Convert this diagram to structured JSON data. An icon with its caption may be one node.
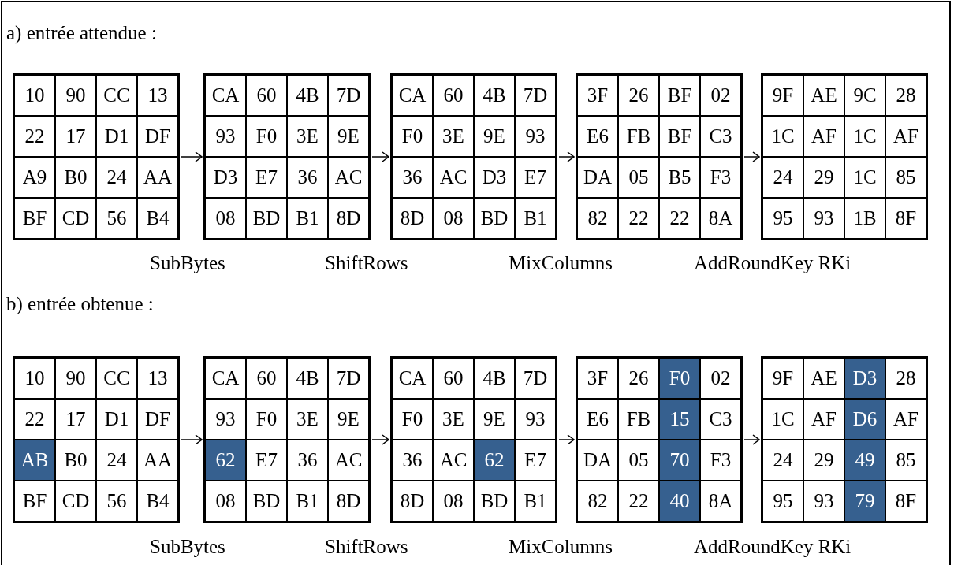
{
  "diagram": {
    "nodes": [
      {
        "text": [
          "10",
          "90",
          "CC",
          "13",
          "22",
          "17",
          "D1",
          "DF",
          "A9",
          "B0",
          "24",
          "AA",
          "BF",
          "CD",
          "56",
          "B4"
        ]
      },
      {
        "text": [
          "CA",
          "60",
          "4B",
          "7D",
          "93",
          "F0",
          "3E",
          "9E",
          "D3",
          "E7",
          "36",
          "AC",
          "08",
          "BD",
          "B1",
          "8D"
        ]
      },
      {
        "text": [
          "CA",
          "60",
          "4B",
          "7D",
          "F0",
          "3E",
          "9E",
          "93",
          "36",
          "AC",
          "D3",
          "E7",
          "8D",
          "08",
          "BD",
          "B1"
        ]
      },
      {
        "text": [
          "3F",
          "26",
          "BF",
          "02",
          "E6",
          "FB",
          "BF",
          "C3",
          "DA",
          "05",
          "B5",
          "F3",
          "82",
          "22",
          "22",
          "8A"
        ]
      },
      {
        "text": [
          "9F",
          "AE",
          "9C",
          "28",
          "1C",
          "AF",
          "1C",
          "AF",
          "24",
          "29",
          "1C",
          "85",
          "95",
          "93",
          "1B",
          "8F"
        ]
      },
      {
        "text": [
          "10",
          "90",
          "CC",
          "13",
          "22",
          "17",
          "D1",
          "DF",
          "AB",
          "B0",
          "24",
          "AA",
          "BF",
          "CD",
          "56",
          "B4"
        ]
      },
      {
        "text": [
          "CA",
          "60",
          "4B",
          "7D",
          "93",
          "F0",
          "3E",
          "9E",
          "62",
          "E7",
          "36",
          "AC",
          "08",
          "BD",
          "B1",
          "8D"
        ]
      },
      {
        "text": [
          "CA",
          "60",
          "4B",
          "7D",
          "F0",
          "3E",
          "9E",
          "93",
          "36",
          "AC",
          "62",
          "E7",
          "8D",
          "08",
          "BD",
          "B1"
        ]
      },
      {
        "text": [
          "3F",
          "26",
          "F0",
          "02",
          "E6",
          "FB",
          "15",
          "C3",
          "DA",
          "05",
          "70",
          "F3",
          "82",
          "22",
          "40",
          "8A"
        ]
      },
      {
        "text": [
          "9F",
          "AE",
          "D3",
          "28",
          "1C",
          "AF",
          "D6",
          "AF",
          "24",
          "29",
          "49",
          "85",
          "95",
          "93",
          "79",
          "8F"
        ]
      }
    ],
    "edges": [
      {
        "from": 0,
        "to": 1,
        "arrow": "to"
      },
      {
        "from": 1,
        "to": 2,
        "arrow": "to"
      },
      {
        "from": 2,
        "to": 3,
        "arrow": "to"
      },
      {
        "from": 3,
        "to": 4,
        "arrow": "to"
      },
      {
        "from": 5,
        "to": 6,
        "arrow": "to"
      },
      {
        "from": 6,
        "to": 7,
        "arrow": "to"
      },
      {
        "from": 7,
        "to": 8,
        "arrow": "to"
      },
      {
        "from": 8,
        "to": 9,
        "arrow": "to"
      }
    ],
    "labels": [
      "a) entrée attendue :",
      "SubBytes",
      "ShiftRows",
      "MixColumns",
      "AddRoundKey RKi",
      "b) entrée obtenue :",
      "SubBytes",
      "ShiftRows",
      "MixColumns",
      "AddRoundKey RKi"
    ]
  }
}
